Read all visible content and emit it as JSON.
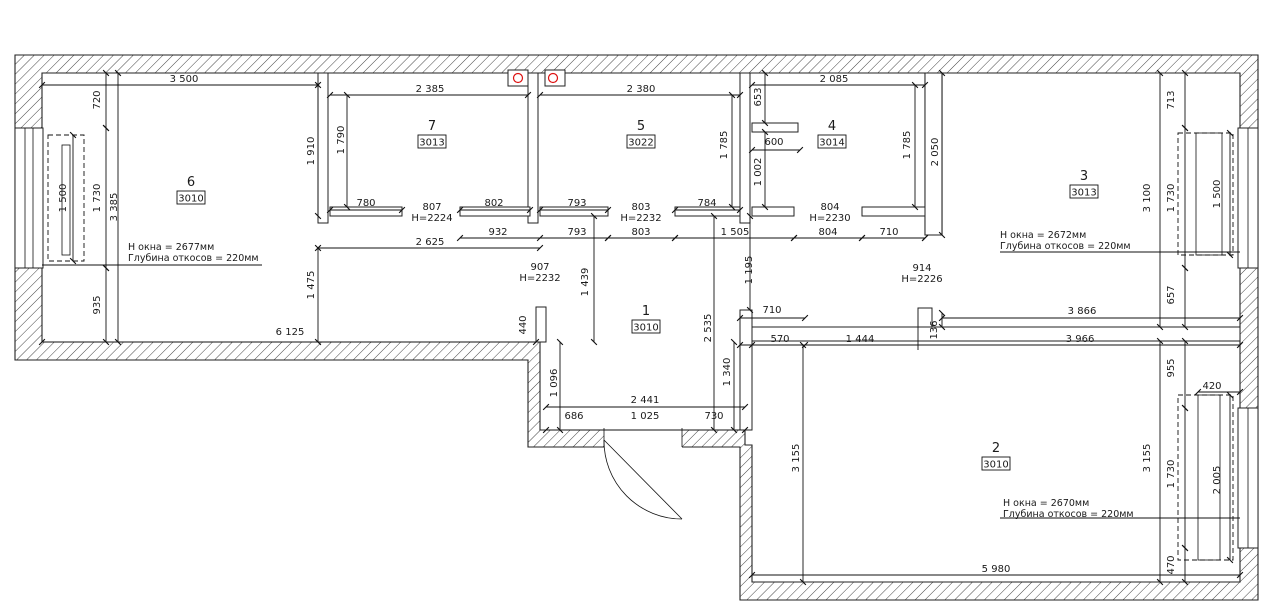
{
  "rooms": [
    {
      "num": "1",
      "tag": "3010"
    },
    {
      "num": "2",
      "tag": "3010"
    },
    {
      "num": "3",
      "tag": "3013"
    },
    {
      "num": "4",
      "tag": "3014"
    },
    {
      "num": "5",
      "tag": "3022"
    },
    {
      "num": "6",
      "tag": "3010"
    },
    {
      "num": "7",
      "tag": "3013"
    }
  ],
  "doors": [
    {
      "w": "807",
      "h": "H=2224"
    },
    {
      "w": "803",
      "h": "H=2232"
    },
    {
      "w": "804",
      "h": "H=2230"
    },
    {
      "w": "907",
      "h": "H=2232"
    },
    {
      "w": "914",
      "h": "H=2226"
    }
  ],
  "windows": [
    {
      "h": "H окна = 2677мм",
      "depth": "Глубина откосов = 220мм"
    },
    {
      "h": "H окна = 2672мм",
      "depth": "Глубина откосов = 220мм"
    },
    {
      "h": "H окна = 2670мм",
      "depth": "Глубина откосов = 220мм"
    }
  ],
  "dims": {
    "r6_width": "3 500",
    "r6_top": "720",
    "r6_win": "1 730",
    "r6_sill": "1 500",
    "r6_depth": "3 385",
    "r6_bottom": "935",
    "r6_total": "6 125",
    "r6_440": "440",
    "r7_width": "2 385",
    "r7_height": "1 790",
    "r7_1910": "1 910",
    "r7_780": "780",
    "r7_802": "802",
    "r7_2625": "2 625",
    "r7_932": "932",
    "r7_1475": "1 475",
    "r5_width": "2 380",
    "r5_793": "793",
    "r5_784": "784",
    "r5_1785": "1 785",
    "c_793": "793",
    "c_803": "803",
    "c_1505": "1 505",
    "c_804": "804",
    "c_710": "710",
    "r4_width": "2 085",
    "r4_653": "653",
    "r4_600": "600",
    "r4_1002": "1 002",
    "r4_1785": "1 785",
    "r3_2050": "2 050",
    "r3_713": "713",
    "r3_3100": "3 100",
    "r3_1730": "1 730",
    "r3_1500": "1 500",
    "r3_657": "657",
    "r3_3866": "3 866",
    "r3_136": "136",
    "r3_3966": "3 966",
    "h_1439": "1 439",
    "h_2535": "2 535",
    "h_1195": "1 195",
    "h_710": "710",
    "h_570": "570",
    "h_1444": "1 444",
    "h_1096": "1 096",
    "h_1340": "1 340",
    "h_2441": "2 441",
    "h_686": "686",
    "h_1025": "1 025",
    "h_730": "730",
    "r2_3155a": "3 155",
    "r2_3155b": "3 155",
    "r2_955": "955",
    "r2_420": "420",
    "r2_1730": "1 730",
    "r2_2005": "2 005",
    "r2_470": "470",
    "r2_5980": "5 980"
  }
}
